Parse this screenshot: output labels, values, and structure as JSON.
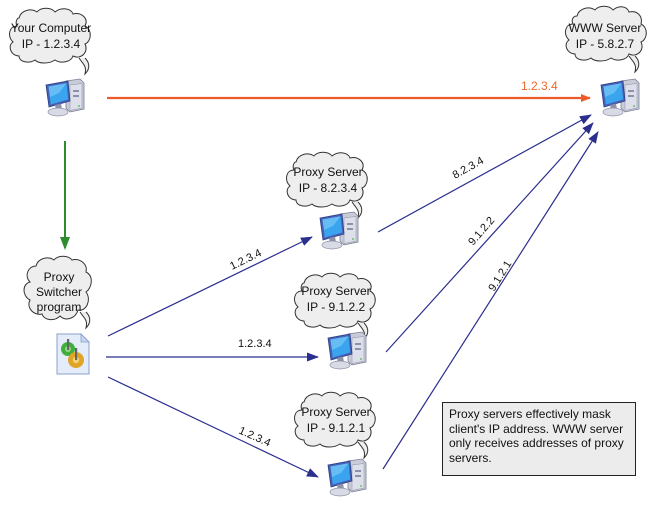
{
  "colors": {
    "orange_edge": "#ee5a2a",
    "orange_label": "#ee6a2c",
    "green_edge": "#2e8b2e",
    "blue_edge": "#2b2f8e",
    "cloud_fill": "#eeeeee",
    "cloud_stroke": "#333333",
    "note_fill": "#ececec"
  },
  "nodes": {
    "your_computer": {
      "line1": "Your Computer",
      "line2": "IP - 1.2.3.4",
      "icon": "desktop-computer-icon"
    },
    "www_server": {
      "line1": "WWW Server",
      "line2": "IP - 5.8.2.7",
      "icon": "desktop-computer-icon"
    },
    "proxy_switcher": {
      "line1": "Proxy",
      "line2": "Switcher",
      "line3": "program",
      "icon": "program-gears-icon"
    },
    "proxy_1": {
      "line1": "Proxy Server",
      "line2": "IP - 8.2.3.4",
      "icon": "desktop-computer-icon"
    },
    "proxy_2": {
      "line1": "Proxy Server",
      "line2": "IP - 9.1.2.2",
      "icon": "desktop-computer-icon"
    },
    "proxy_3": {
      "line1": "Proxy Server",
      "line2": "IP - 9.1.2.1",
      "icon": "desktop-computer-icon"
    }
  },
  "edges": {
    "direct": {
      "from": "your_computer",
      "to": "www_server",
      "label": "1.2.3.4"
    },
    "to_switcher": {
      "from": "your_computer",
      "to": "proxy_switcher",
      "label": ""
    },
    "sw_to_p1": {
      "from": "proxy_switcher",
      "to": "proxy_1",
      "label": "1.2.3.4"
    },
    "sw_to_p2": {
      "from": "proxy_switcher",
      "to": "proxy_2",
      "label": "1.2.3.4"
    },
    "sw_to_p3": {
      "from": "proxy_switcher",
      "to": "proxy_3",
      "label": "1.2.3.4"
    },
    "p1_to_www": {
      "from": "proxy_1",
      "to": "www_server",
      "label": "8.2.3.4"
    },
    "p2_to_www": {
      "from": "proxy_2",
      "to": "www_server",
      "label": "9.1.2.2"
    },
    "p3_to_www": {
      "from": "proxy_3",
      "to": "www_server",
      "label": "9.1.2.1"
    }
  },
  "note": {
    "text": "Proxy servers effectively mask client's IP address. WWW server only receives addresses of proxy servers."
  }
}
